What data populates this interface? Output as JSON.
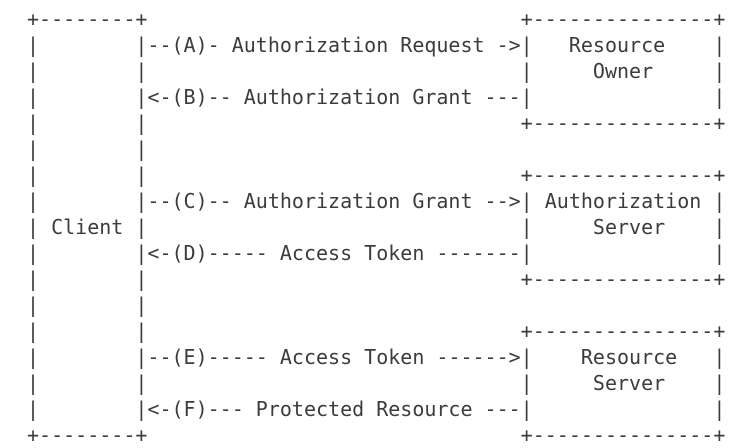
{
  "diagram": {
    "type": "ascii-flow-diagram",
    "colors": {
      "text": "#3c3c3c",
      "background": "#ffffff"
    },
    "boxes": [
      {
        "name": "Client"
      },
      {
        "name": "Resource Owner"
      },
      {
        "name": "Authorization Server"
      },
      {
        "name": "Resource Server"
      }
    ],
    "flows": [
      {
        "step": "A",
        "from": "Client",
        "to": "Resource Owner",
        "label": "Authorization Request",
        "direction": "right"
      },
      {
        "step": "B",
        "from": "Resource Owner",
        "to": "Client",
        "label": "Authorization Grant",
        "direction": "left"
      },
      {
        "step": "C",
        "from": "Client",
        "to": "Authorization Server",
        "label": "Authorization Grant",
        "direction": "right"
      },
      {
        "step": "D",
        "from": "Authorization Server",
        "to": "Client",
        "label": "Access Token",
        "direction": "left"
      },
      {
        "step": "E",
        "from": "Client",
        "to": "Resource Server",
        "label": "Access Token",
        "direction": "right"
      },
      {
        "step": "F",
        "from": "Resource Server",
        "to": "Client",
        "label": "Protected Resource",
        "direction": "left"
      }
    ],
    "ascii_lines": [
      "+--------+                               +---------------+",
      "|        |--(A)- Authorization Request ->|   Resource    |",
      "|        |                               |     Owner     |",
      "|        |<-(B)-- Authorization Grant ---|               |",
      "|        |                               +---------------+",
      "|        |",
      "|        |                               +---------------+",
      "|        |--(C)-- Authorization Grant -->| Authorization |",
      "| Client |                               |     Server    |",
      "|        |<-(D)----- Access Token -------|               |",
      "|        |                               +---------------+",
      "|        |",
      "|        |                               +---------------+",
      "|        |--(E)----- Access Token ------>|    Resource   |",
      "|        |                               |     Server    |",
      "|        |<-(F)--- Protected Resource ---|               |",
      "+--------+                               +---------------+"
    ]
  }
}
